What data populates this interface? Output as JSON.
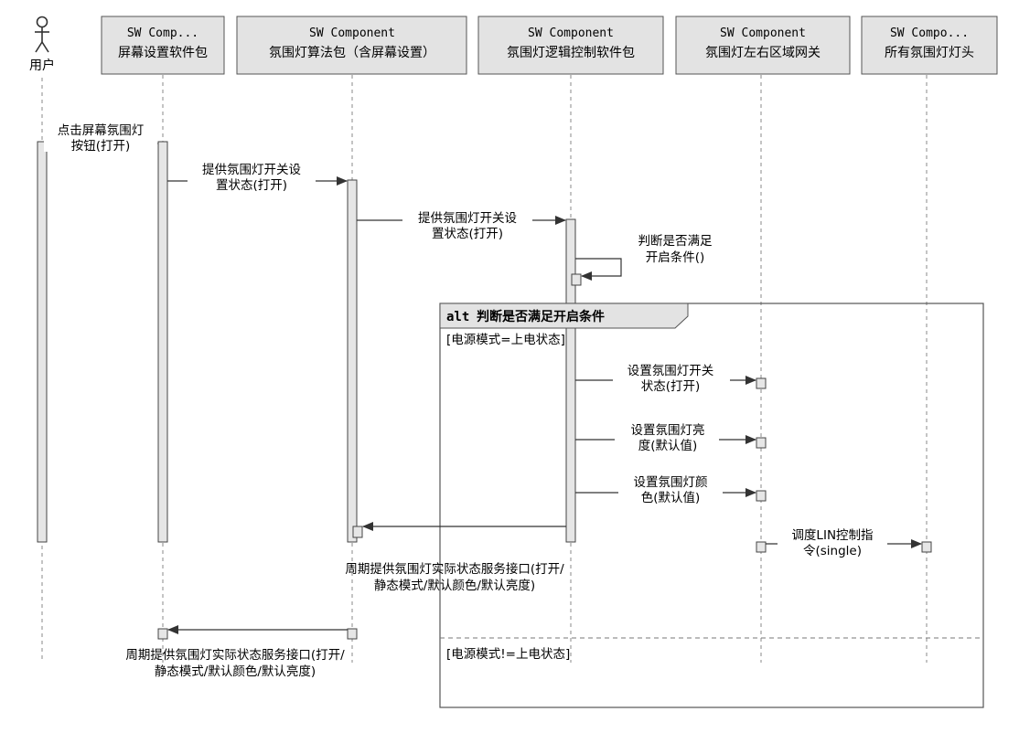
{
  "actor": {
    "label": "用户"
  },
  "participants": [
    {
      "stereotype": "SW Comp...",
      "name": "屏幕设置软件包"
    },
    {
      "stereotype": "SW Component",
      "name": "氛围灯算法包（含屏幕设置）"
    },
    {
      "stereotype": "SW Component",
      "name": "氛围灯逻辑控制软件包"
    },
    {
      "stereotype": "SW Component",
      "name": "氛围灯左右区域网关"
    },
    {
      "stereotype": "SW Compo...",
      "name": "所有氛围灯灯头"
    }
  ],
  "messages": {
    "m1": [
      "点击屏幕氛围灯",
      "按钮(打开)"
    ],
    "m2": [
      "提供氛围灯开关设",
      "置状态(打开)"
    ],
    "m3": [
      "提供氛围灯开关设",
      "置状态(打开)"
    ],
    "m4": [
      "判断是否满足",
      "开启条件()"
    ],
    "m5": [
      "设置氛围灯开关",
      "状态(打开)"
    ],
    "m6": [
      "设置氛围灯亮",
      "度(默认值)"
    ],
    "m7": [
      "设置氛围灯颜",
      "色(默认值)"
    ],
    "m8": [
      "调度LIN控制指",
      "令(single)"
    ],
    "m9": [
      "周期提供氛围灯实际状态服务接口(打开/",
      "静态模式/默认颜色/默认亮度)"
    ],
    "m10": [
      "周期提供氛围灯实际状态服务接口(打开/",
      "静态模式/默认颜色/默认亮度)"
    ]
  },
  "fragment": {
    "keyword": "alt",
    "title": "判断是否满足开启条件",
    "guard1": "[电源模式=上电状态]",
    "guard2": "[电源模式!=上电状态]"
  },
  "colors": {
    "header_fill": "#e3e3e3",
    "activation_fill": "#e6e6e6",
    "line": "#333333",
    "lifeline": "#888888"
  }
}
